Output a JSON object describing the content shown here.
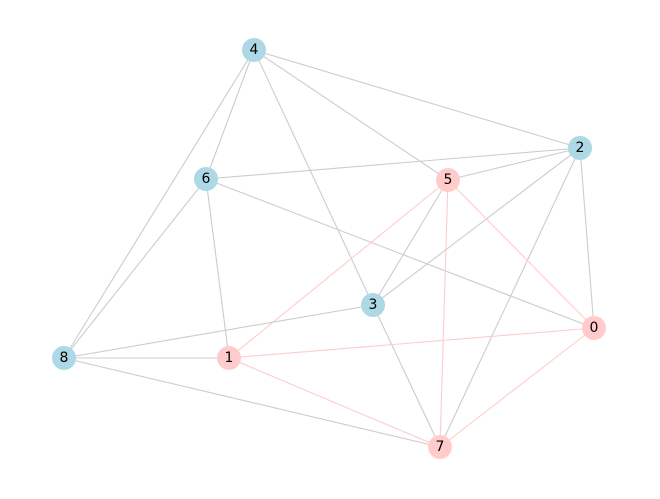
{
  "graph": {
    "colors": {
      "node_default": "#add8e6",
      "node_highlight": "#ffcccb",
      "edge_default": "#cccccc",
      "edge_highlight": "#ffcccb"
    },
    "nodes": [
      {
        "id": "0",
        "label": "0",
        "highlight": true
      },
      {
        "id": "1",
        "label": "1",
        "highlight": true
      },
      {
        "id": "2",
        "label": "2",
        "highlight": false
      },
      {
        "id": "3",
        "label": "3",
        "highlight": false
      },
      {
        "id": "4",
        "label": "4",
        "highlight": false
      },
      {
        "id": "5",
        "label": "5",
        "highlight": true
      },
      {
        "id": "6",
        "label": "6",
        "highlight": false
      },
      {
        "id": "7",
        "label": "7",
        "highlight": true
      },
      {
        "id": "8",
        "label": "8",
        "highlight": false
      }
    ],
    "edges": [
      {
        "source": "4",
        "target": "2",
        "highlight": false
      },
      {
        "source": "4",
        "target": "5",
        "highlight": false
      },
      {
        "source": "4",
        "target": "3",
        "highlight": false
      },
      {
        "source": "4",
        "target": "6",
        "highlight": false
      },
      {
        "source": "4",
        "target": "8",
        "highlight": false
      },
      {
        "source": "6",
        "target": "2",
        "highlight": false
      },
      {
        "source": "6",
        "target": "0",
        "highlight": false
      },
      {
        "source": "6",
        "target": "1",
        "highlight": false
      },
      {
        "source": "6",
        "target": "8",
        "highlight": false
      },
      {
        "source": "2",
        "target": "5",
        "highlight": false
      },
      {
        "source": "2",
        "target": "3",
        "highlight": false
      },
      {
        "source": "2",
        "target": "0",
        "highlight": false
      },
      {
        "source": "2",
        "target": "7",
        "highlight": false
      },
      {
        "source": "5",
        "target": "3",
        "highlight": false
      },
      {
        "source": "5",
        "target": "1",
        "highlight": true
      },
      {
        "source": "5",
        "target": "7",
        "highlight": true
      },
      {
        "source": "5",
        "target": "0",
        "highlight": true
      },
      {
        "source": "3",
        "target": "8",
        "highlight": false
      },
      {
        "source": "3",
        "target": "7",
        "highlight": false
      },
      {
        "source": "8",
        "target": "1",
        "highlight": false
      },
      {
        "source": "8",
        "target": "7",
        "highlight": false
      },
      {
        "source": "1",
        "target": "0",
        "highlight": true
      },
      {
        "source": "1",
        "target": "7",
        "highlight": true
      },
      {
        "source": "0",
        "target": "7",
        "highlight": true
      }
    ]
  }
}
